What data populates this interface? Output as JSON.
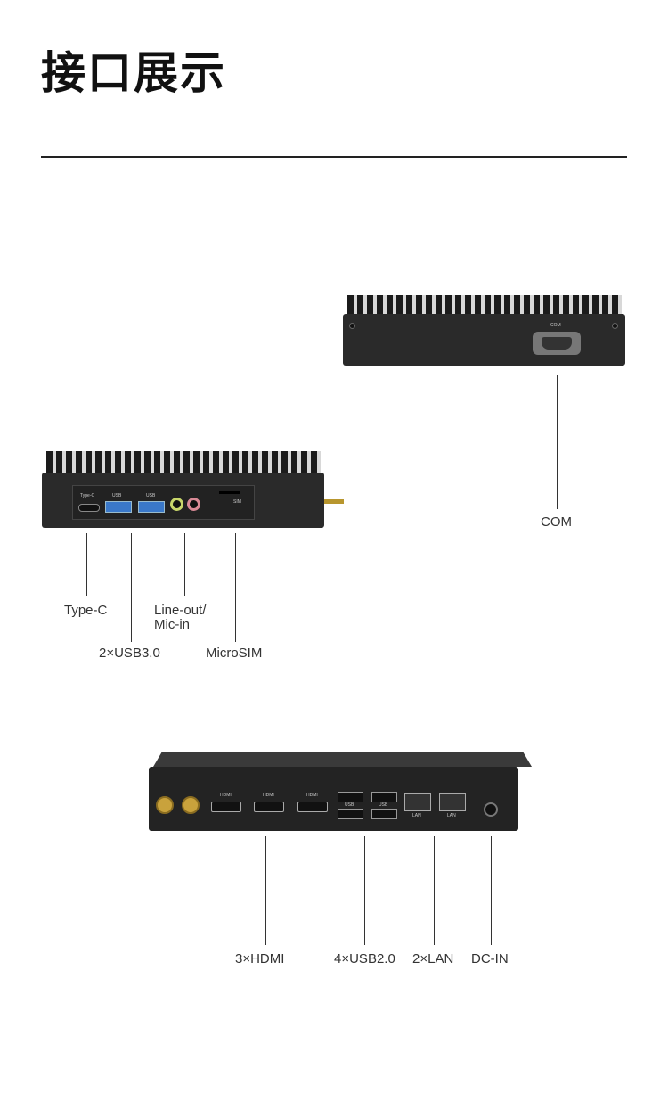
{
  "title": "接口展示",
  "device_top": {
    "port_marks": {
      "com": "COM"
    },
    "callouts": {
      "com": "COM"
    }
  },
  "device_front": {
    "port_marks": {
      "typec": "Type-C",
      "usb1": "USB",
      "usb2": "USB",
      "sim": "SIM"
    },
    "callouts": {
      "typec": "Type-C",
      "usb": "2×USB3.0",
      "audio_line1": "Line-out/",
      "audio_line2": "Mic-in",
      "sim": "MicroSIM"
    }
  },
  "device_rear": {
    "port_marks": {
      "hdmi1": "HDMI",
      "hdmi2": "HDMI",
      "hdmi3": "HDMI",
      "usb1": "USB",
      "usb2": "USB",
      "lan1": "LAN",
      "lan2": "LAN"
    },
    "callouts": {
      "hdmi": "3×HDMI",
      "usb": "4×USB2.0",
      "lan": "2×LAN",
      "dcin": "DC-IN"
    }
  }
}
